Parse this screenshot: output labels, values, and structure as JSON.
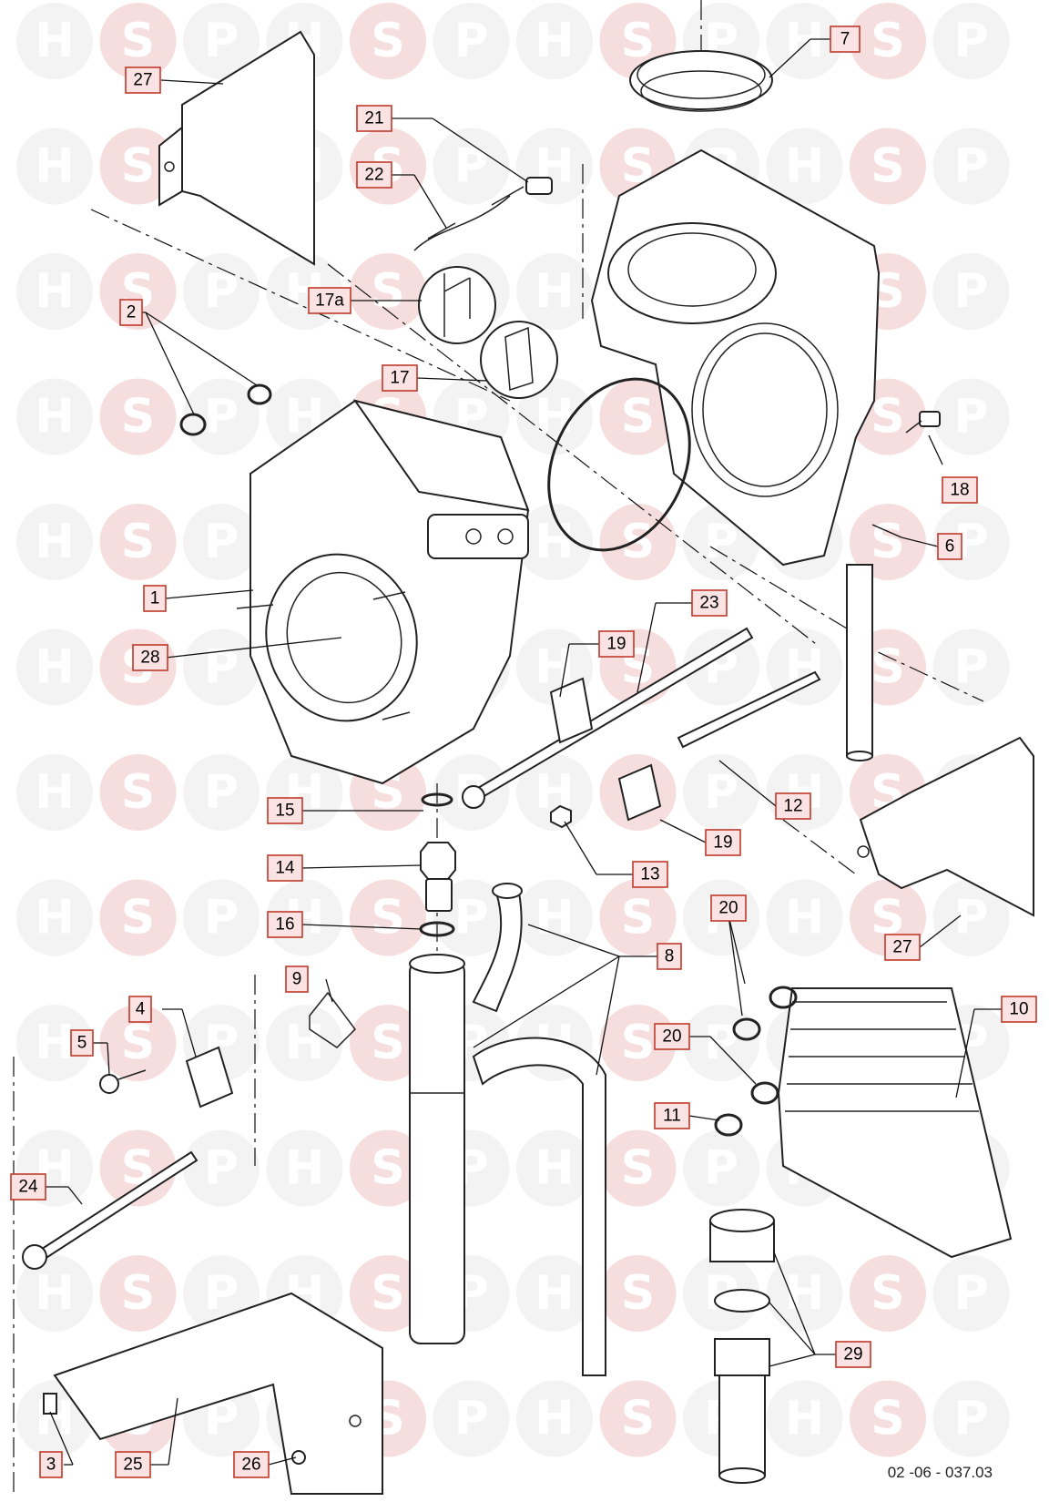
{
  "watermark": {
    "letters": [
      "H",
      "S",
      "P"
    ],
    "accent_color": "#e07a7a",
    "neutral_color": "#d8d8d8"
  },
  "diagram": {
    "type": "exploded parts diagram",
    "reference_code": "02 -06 - 037.03",
    "callouts": [
      {
        "id": "c27a",
        "label": "27"
      },
      {
        "id": "c21",
        "label": "21"
      },
      {
        "id": "c22",
        "label": "22"
      },
      {
        "id": "c7",
        "label": "7"
      },
      {
        "id": "c17a",
        "label": "17a"
      },
      {
        "id": "c2",
        "label": "2"
      },
      {
        "id": "c17",
        "label": "17"
      },
      {
        "id": "c18",
        "label": "18"
      },
      {
        "id": "c6",
        "label": "6"
      },
      {
        "id": "c1",
        "label": "1"
      },
      {
        "id": "c28",
        "label": "28"
      },
      {
        "id": "c23",
        "label": "23"
      },
      {
        "id": "c19a",
        "label": "19"
      },
      {
        "id": "c12",
        "label": "12"
      },
      {
        "id": "c19b",
        "label": "19"
      },
      {
        "id": "c15",
        "label": "15"
      },
      {
        "id": "c13",
        "label": "13"
      },
      {
        "id": "c14",
        "label": "14"
      },
      {
        "id": "c16",
        "label": "16"
      },
      {
        "id": "c20a",
        "label": "20"
      },
      {
        "id": "c27b",
        "label": "27"
      },
      {
        "id": "c8",
        "label": "8"
      },
      {
        "id": "c9",
        "label": "9"
      },
      {
        "id": "c4",
        "label": "4"
      },
      {
        "id": "c10",
        "label": "10"
      },
      {
        "id": "c5",
        "label": "5"
      },
      {
        "id": "c20b",
        "label": "20"
      },
      {
        "id": "c11",
        "label": "11"
      },
      {
        "id": "c24",
        "label": "24"
      },
      {
        "id": "c29",
        "label": "29"
      },
      {
        "id": "c3",
        "label": "3"
      },
      {
        "id": "c25",
        "label": "25"
      },
      {
        "id": "c26",
        "label": "26"
      }
    ]
  }
}
